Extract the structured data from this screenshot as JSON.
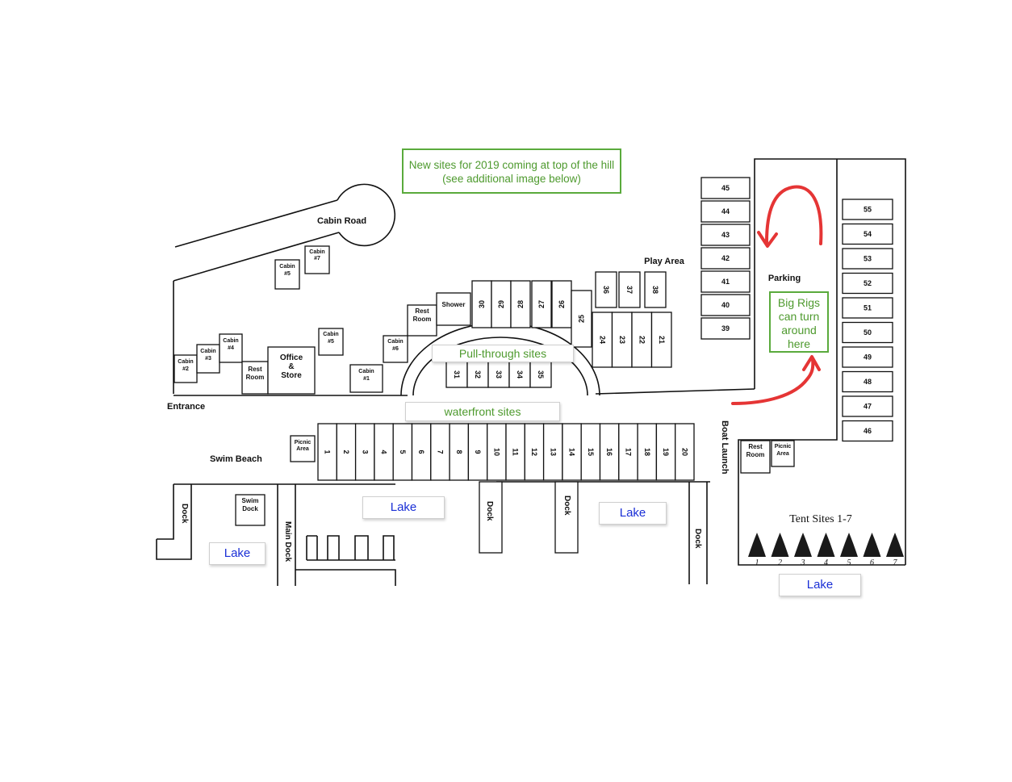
{
  "notes": {
    "new_sites": "New sites for 2019 coming at top of the hill (see additional image below)",
    "big_rigs": "Big Rigs can turn around here",
    "pull_through": "Pull-through sites",
    "waterfront": "waterfront sites"
  },
  "labels": {
    "cabin_road": "Cabin Road",
    "play_area": "Play Area",
    "parking": "Parking",
    "entrance": "Entrance",
    "swim_beach": "Swim Beach",
    "boat_launch": "Boat Launch",
    "main_dock": "Main Dock",
    "dock": "Dock",
    "swim_dock": [
      "Swim",
      "Dock"
    ],
    "office_store": [
      "Office",
      "&",
      "Store"
    ],
    "rest_room": [
      "Rest",
      "Room"
    ],
    "shower": "Shower",
    "picnic_area": [
      "Picnic",
      "Area"
    ],
    "tent_sites": "Tent Sites 1-7",
    "lake": "Lake"
  },
  "cabins": [
    "Cabin #1",
    "Cabin #2",
    "Cabin #3",
    "Cabin #4",
    "Cabin #5",
    "Cabin #5",
    "Cabin #6",
    "Cabin #7"
  ],
  "sites": {
    "waterfront": [
      "1",
      "2",
      "3",
      "4",
      "5",
      "6",
      "7",
      "8",
      "9",
      "10",
      "11",
      "12",
      "13",
      "14",
      "15",
      "16",
      "17",
      "18",
      "19",
      "20"
    ],
    "row_21_24": [
      "24",
      "23",
      "22",
      "21"
    ],
    "row_25_30": [
      "30",
      "29",
      "28",
      "27",
      "26",
      "25"
    ],
    "pull_through": [
      "31",
      "32",
      "33",
      "34",
      "35"
    ],
    "upper": [
      "36",
      "37",
      "38"
    ],
    "column_39_45": [
      "45",
      "44",
      "43",
      "42",
      "41",
      "40",
      "39"
    ],
    "column_46_55": [
      "55",
      "54",
      "53",
      "52",
      "51",
      "50",
      "49",
      "48",
      "47",
      "46"
    ],
    "tents": [
      "1",
      "2",
      "3",
      "4",
      "5",
      "6",
      "7"
    ]
  },
  "colors": {
    "note_green": "#4e9a2e",
    "lake_blue": "#1a2fd6",
    "arrow_red": "#e53535"
  }
}
